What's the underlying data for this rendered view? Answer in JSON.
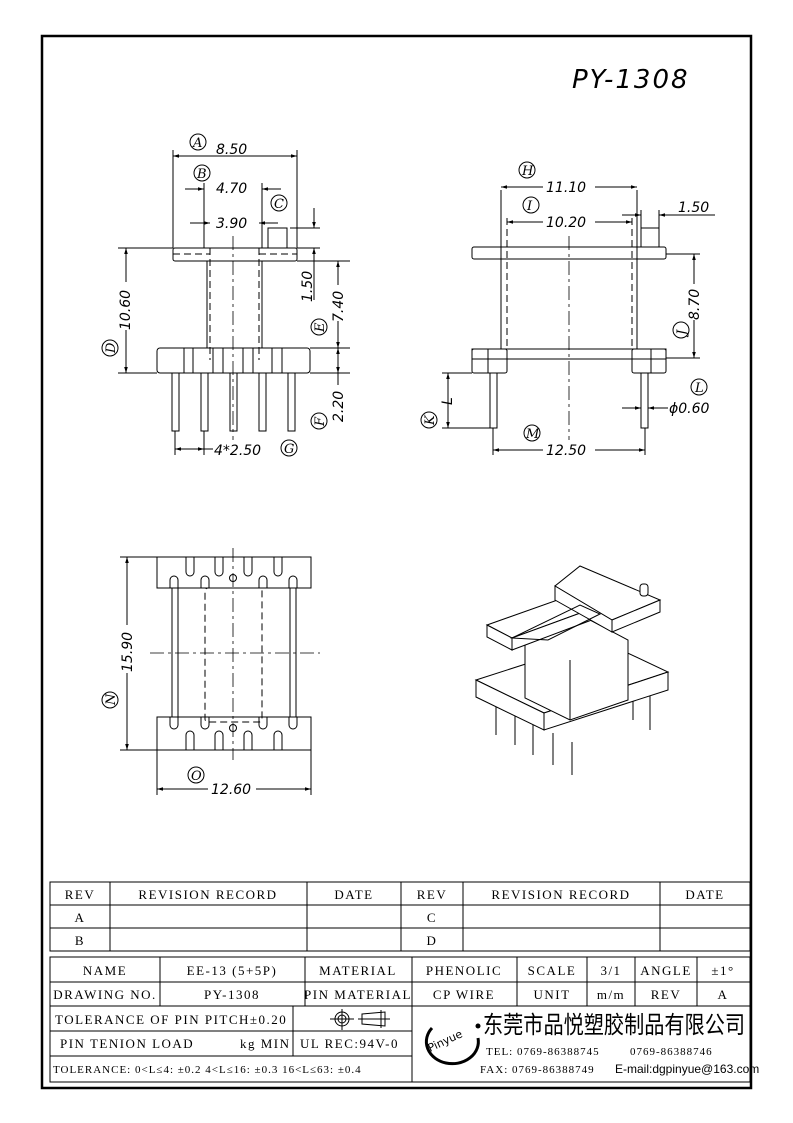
{
  "drawing_title": "PY-1308",
  "front_view": {
    "A": {
      "label": "A",
      "value": "8.50"
    },
    "B": {
      "label": "B",
      "value": "4.70"
    },
    "inner_width": "3.90",
    "C": {
      "label": "C",
      "value": "1.50"
    },
    "D": {
      "label": "D",
      "value": "10.60"
    },
    "E": {
      "label": "E",
      "value": "7.40"
    },
    "F": {
      "label": "F",
      "value": "2.20"
    },
    "G": {
      "label": "G",
      "value": "4*2.50"
    }
  },
  "side_view": {
    "H": {
      "label": "H",
      "value": "11.10"
    },
    "I": {
      "label": "I",
      "value": "10.20"
    },
    "tab_width": "1.50",
    "J": {
      "label": "J",
      "value": "8.70"
    },
    "K": {
      "label": "K",
      "value": "L"
    },
    "L": {
      "label": "L",
      "value": "ϕ0.60"
    },
    "M": {
      "label": "M",
      "value": "12.50"
    }
  },
  "bottom_view": {
    "N": {
      "label": "N",
      "value": "15.90"
    },
    "O": {
      "label": "O",
      "value": "12.60"
    }
  },
  "revision_table": {
    "headers": [
      "REV",
      "REVISION RECORD",
      "DATE",
      "REV",
      "REVISION RECORD",
      "DATE"
    ],
    "rows": [
      [
        "A",
        "",
        "",
        "C",
        "",
        ""
      ],
      [
        "B",
        "",
        "",
        "D",
        "",
        ""
      ]
    ]
  },
  "title_block": {
    "name_label": "NAME",
    "name_value": "EE-13 (5+5P)",
    "material_label": "MATERIAL",
    "material_value": "PHENOLIC",
    "scale_label": "SCALE",
    "scale_value": "3/1",
    "angle_label": "ANGLE",
    "angle_value": "±1°",
    "drawing_no_label": "DRAWING NO.",
    "drawing_no_value": "PY-1308",
    "pin_material_label": "PIN MATERIAL",
    "pin_material_value": "CP WIRE",
    "unit_label": "UNIT",
    "unit_value": "m/m",
    "rev_label": "REV",
    "rev_value": "A",
    "pin_pitch_tolerance": "TOLERANCE OF PIN PITCH±0.20",
    "pin_tension_load": "PIN TENION LOAD",
    "pin_tension_unit": "kg MIN",
    "ul_rec": "UL REC:94V-0",
    "tolerance": "TOLERANCE: 0<L≤4: ±0.2   4<L≤16: ±0.3   16<L≤63: ±0.4",
    "company_name": "东莞市品悦塑胶制品有限公司",
    "logo_text": "Pinyue",
    "tel": "TEL: 0769-86388745",
    "tel2": "0769-86388746",
    "fax": "FAX: 0769-86388749",
    "email": "E-mail:dgpinyue@163.com"
  }
}
